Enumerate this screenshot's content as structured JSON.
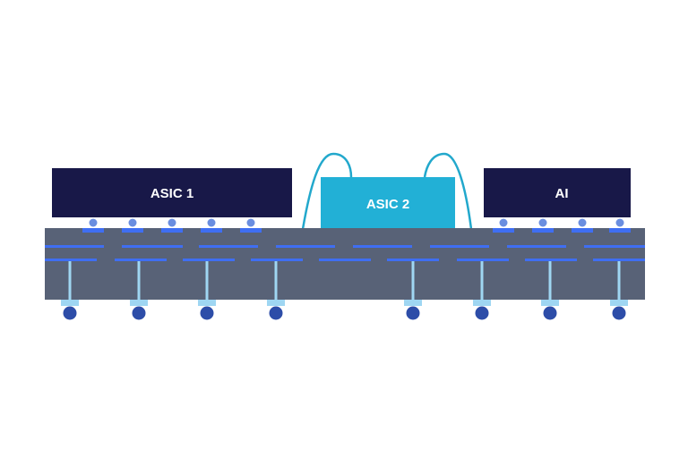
{
  "chips": {
    "asic1": {
      "label": "ASIC 1",
      "color": "#181848"
    },
    "asic2": {
      "label": "ASIC 2",
      "color": "#22b0d6"
    },
    "ai": {
      "label": "AI",
      "color": "#181848"
    }
  },
  "colors": {
    "substrate": "#586277",
    "trace": "#3f6ef2",
    "microbump": "#6a8ee0",
    "via": "#9fd6f2",
    "ball": "#2d4da8",
    "wire_bond": "#22a8cc"
  }
}
